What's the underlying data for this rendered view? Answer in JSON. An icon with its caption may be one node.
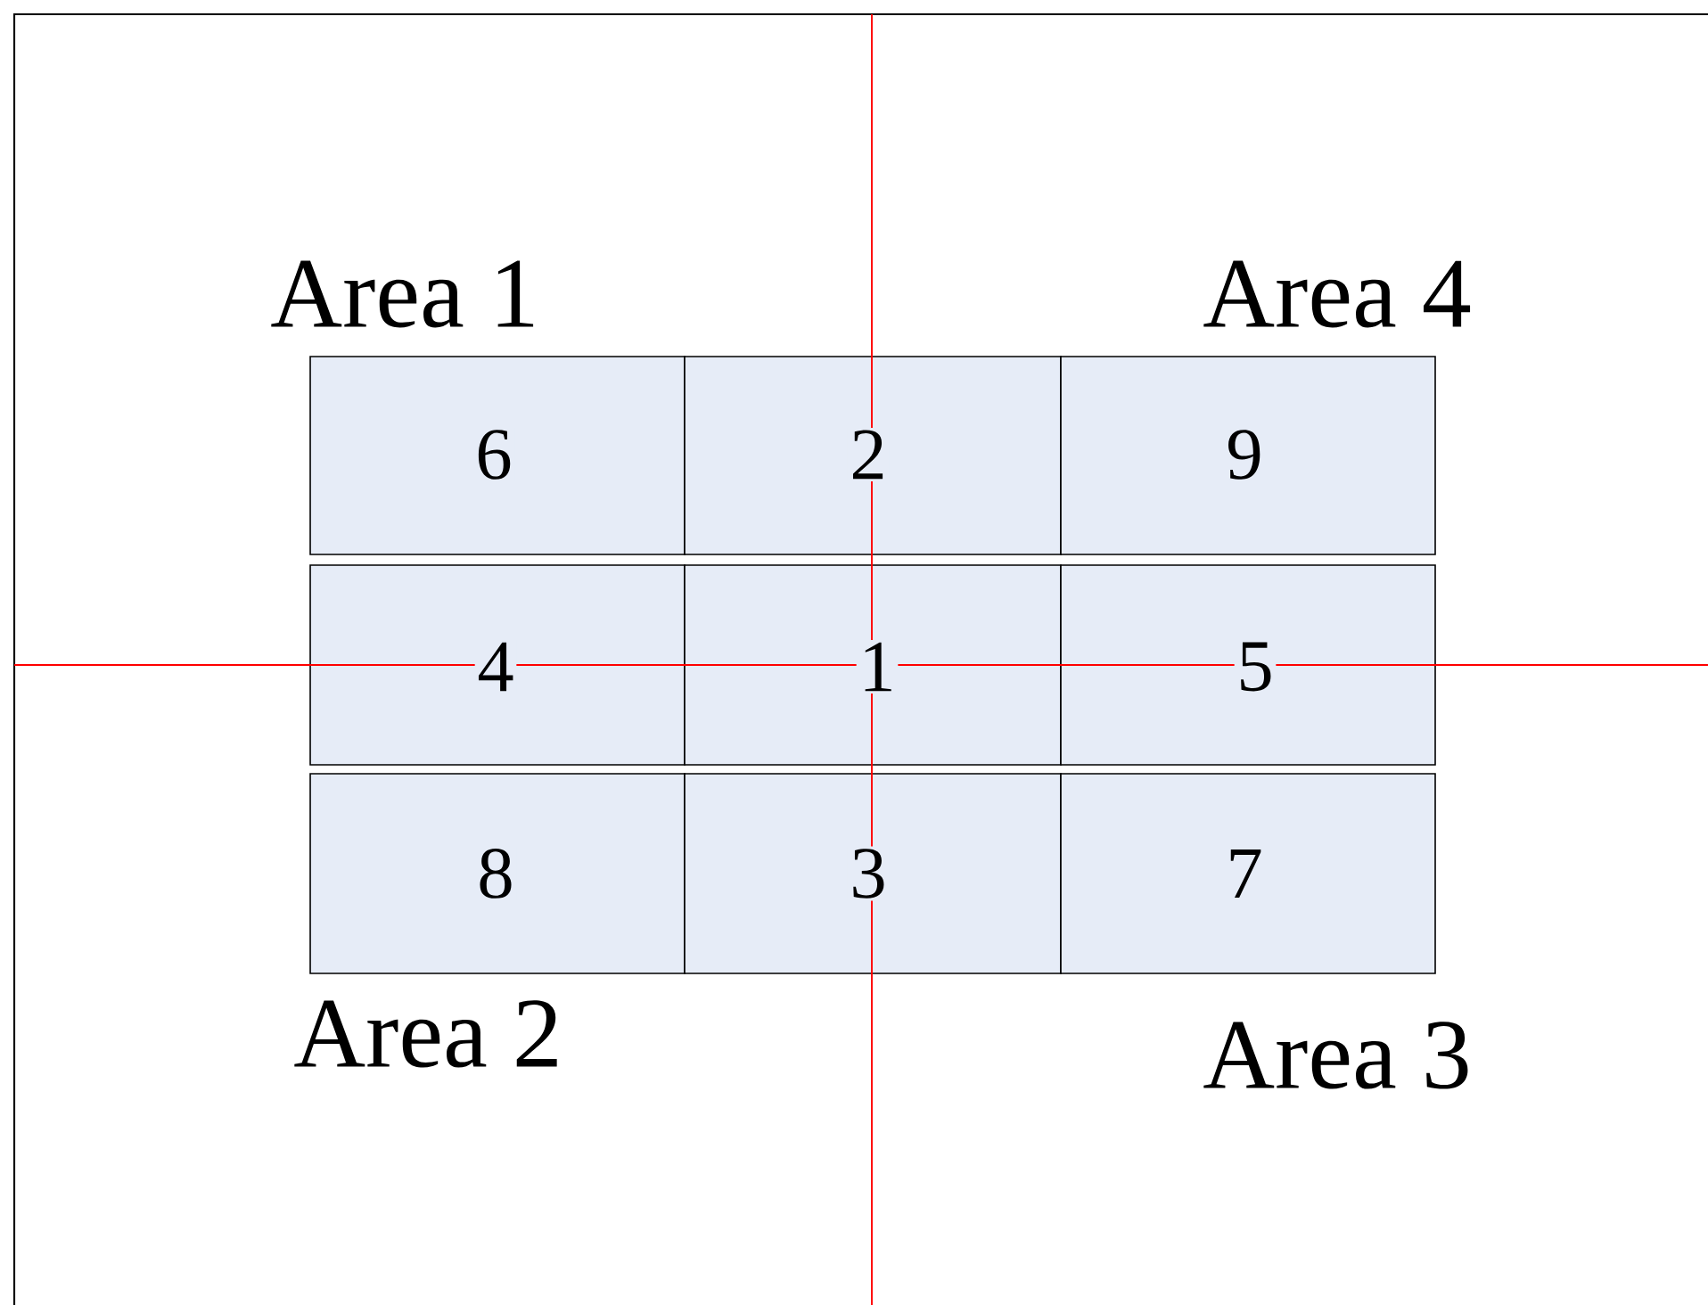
{
  "diagram": {
    "nodes": [
      {
        "text": [
          "6"
        ]
      },
      {
        "text": [
          "2"
        ]
      },
      {
        "text": [
          "9"
        ]
      },
      {
        "text": [
          "4"
        ]
      },
      {
        "text": [
          "1"
        ]
      },
      {
        "text": [
          "5"
        ]
      },
      {
        "text": [
          "8"
        ]
      },
      {
        "text": [
          "3"
        ]
      },
      {
        "text": [
          "7"
        ]
      }
    ],
    "labels": [
      "Area 1",
      "Area 4",
      "Area 2",
      "Area 3"
    ]
  }
}
